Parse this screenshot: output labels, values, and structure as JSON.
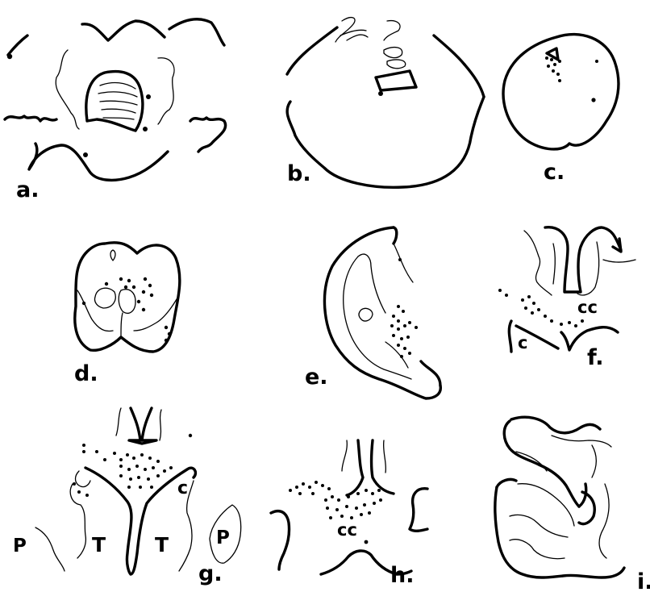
{
  "panels": [
    {
      "id": "a",
      "label": "a."
    },
    {
      "id": "b",
      "label": "b."
    },
    {
      "id": "c",
      "label": "c."
    },
    {
      "id": "d",
      "label": "d."
    },
    {
      "id": "e",
      "label": "e."
    },
    {
      "id": "f",
      "label": "f."
    },
    {
      "id": "g",
      "label": "g."
    },
    {
      "id": "h",
      "label": "h."
    },
    {
      "id": "i",
      "label": "i."
    }
  ],
  "regions": {
    "f_cc": "cc",
    "f_c": "c",
    "g_c": "c",
    "g_T_left": "T",
    "g_T_right": "T",
    "g_P_left": "P",
    "g_P_right": "P",
    "h_cc": "cc"
  }
}
